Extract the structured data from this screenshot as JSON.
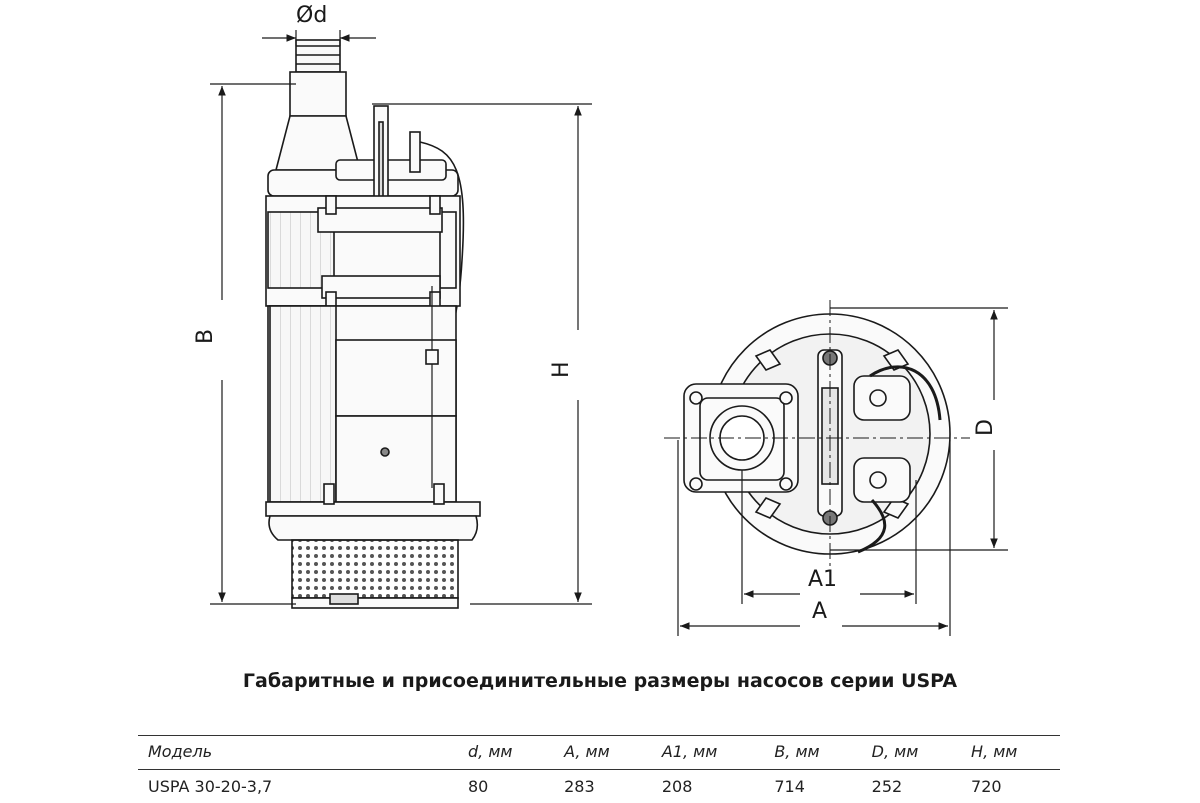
{
  "labels": {
    "d": "Ød",
    "b": "B",
    "h": "H",
    "a1": "A1",
    "a": "A",
    "dd": "D"
  },
  "caption": "Габаритные и присоединительные размеры насосов серии USPA",
  "table": {
    "headers": [
      "Модель",
      "d, мм",
      "A, мм",
      "A1, мм",
      "B, мм",
      "D, мм",
      "H, мм"
    ],
    "rows": [
      [
        "USPA 30-20-3,7",
        "80",
        "283",
        "208",
        "714",
        "252",
        "720"
      ]
    ]
  }
}
